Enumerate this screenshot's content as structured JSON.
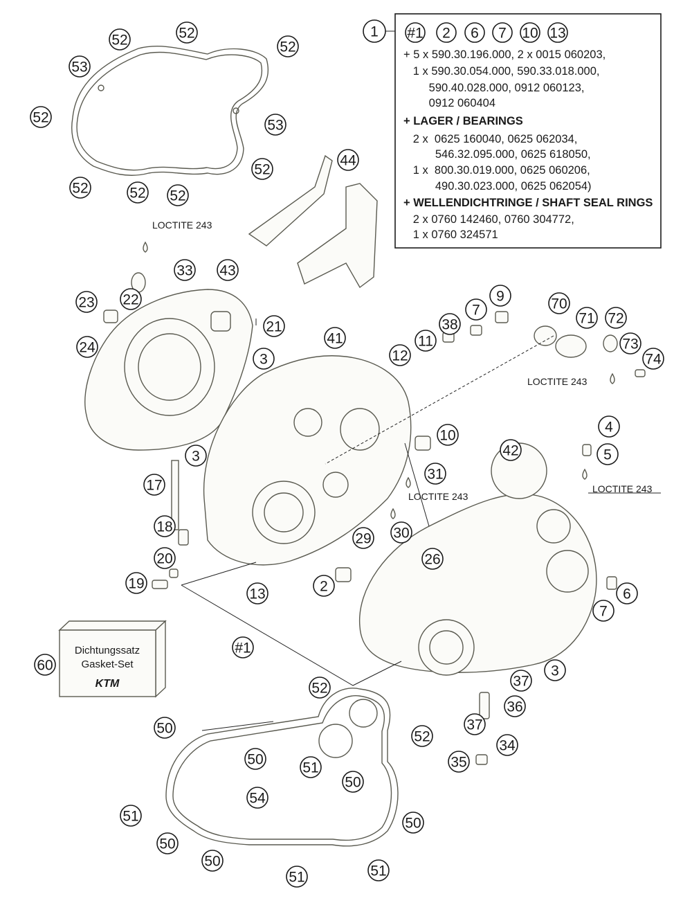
{
  "spec_box": {
    "header_callouts": [
      "#1",
      "2",
      "6",
      "7",
      "10",
      "13"
    ],
    "main_callout": "1",
    "lines": [
      {
        "text": "+ 5 x 590.30.196.000, 2 x 0015 060203,",
        "bold": false
      },
      {
        "text": "   1 x 590.30.054.000, 590.33.018.000,",
        "bold": false
      },
      {
        "text": "        590.40.028.000, 0912 060123,",
        "bold": false
      },
      {
        "text": "        0912 060404",
        "bold": false
      },
      {
        "text": "+ LAGER / BEARINGS",
        "bold": true
      },
      {
        "text": "   2 x  0625 160040, 0625 062034,",
        "bold": false
      },
      {
        "text": "          546.32.095.000, 0625 618050,",
        "bold": false
      },
      {
        "text": "   1 x  800.30.019.000, 0625 060206,",
        "bold": false
      },
      {
        "text": "          490.30.023.000, 0625 062054)",
        "bold": false
      },
      {
        "text": "+ WELLENDICHTRINGE / SHAFT SEAL RINGS",
        "bold": true
      },
      {
        "text": "   2 x 0760 142460, 0760 304772,",
        "bold": false
      },
      {
        "text": "   1 x 0760 324571",
        "bold": false
      }
    ]
  },
  "loctite_labels": [
    "LOCTITE 243",
    "LOCTITE 243",
    "LOCTITE 243",
    "LOCTITE 243"
  ],
  "gasket_box": {
    "line1": "Dichtungssatz",
    "line2": "Gasket-Set",
    "brand": "KTM"
  },
  "callouts": [
    "52",
    "52",
    "52",
    "53",
    "52",
    "53",
    "52",
    "52",
    "52",
    "52",
    "44",
    "33",
    "43",
    "22",
    "23",
    "24",
    "21",
    "3",
    "41",
    "9",
    "7",
    "38",
    "11",
    "12",
    "70",
    "71",
    "72",
    "73",
    "74",
    "4",
    "5",
    "10",
    "42",
    "31",
    "3",
    "17",
    "18",
    "20",
    "19",
    "13",
    "2",
    "26",
    "29",
    "30",
    "6",
    "7",
    "#1",
    "3",
    "37",
    "36",
    "37",
    "34",
    "35",
    "60",
    "52",
    "50",
    "52",
    "50",
    "51",
    "50",
    "54",
    "51",
    "50",
    "50",
    "50",
    "51",
    "51"
  ]
}
